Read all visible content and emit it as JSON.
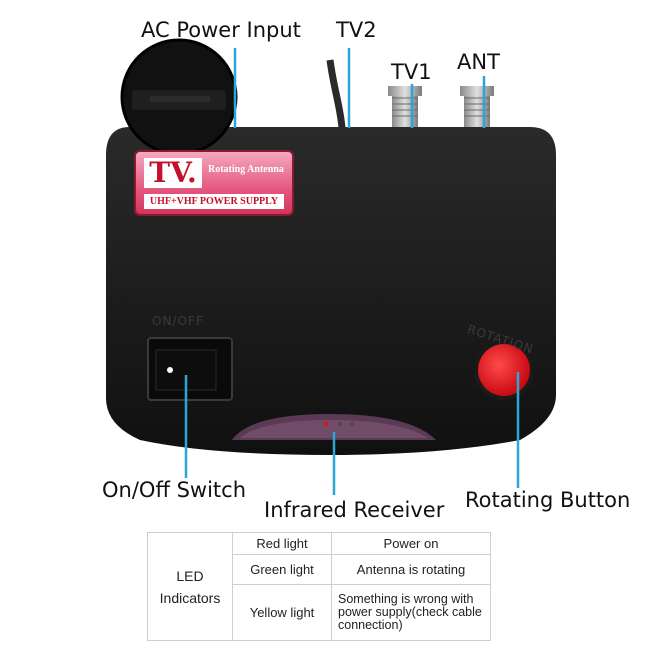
{
  "labels": {
    "ac_power": "AC Power Input",
    "tv2": "TV2",
    "tv1": "TV1",
    "ant": "ANT",
    "on_off_switch": "On/Off Switch",
    "infrared_receiver": "Infrared Receiver",
    "rotating_button": "Rotating Button"
  },
  "device": {
    "badge_tv": "TV.",
    "badge_rotating": "Rotating Antenna",
    "badge_supply": "UHF+VHF POWER SUPPLY",
    "switch_text": "ON/OFF",
    "rotation_text": "ROTATION"
  },
  "led_table": {
    "group_label_line1": "LED",
    "group_label_line2": "Indicators",
    "rows": [
      {
        "light": "Red light",
        "meaning": "Power on"
      },
      {
        "light": "Green light",
        "meaning": "Antenna is rotating"
      },
      {
        "light": "Yellow light",
        "meaning": "Something is wrong with power supply(check cable connection)"
      }
    ]
  },
  "colors": {
    "device_body": "#1b1b1b",
    "callout_line": "#2aa7d6",
    "rotation_button": "#e8141c",
    "badge_red": "#c4102a"
  }
}
